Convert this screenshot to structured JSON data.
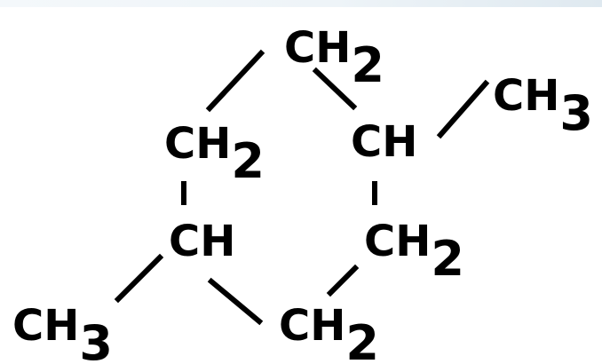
{
  "diagram": {
    "groups": {
      "top": {
        "main": "CH",
        "sub": "2"
      },
      "left_upper": {
        "main": "CH",
        "sub": "2"
      },
      "right_upper": {
        "main": "CH",
        "sub": ""
      },
      "methyl_right": {
        "main": "CH",
        "sub": "3"
      },
      "left_lower": {
        "main": "CH",
        "sub": ""
      },
      "right_lower": {
        "main": "CH",
        "sub": "2"
      },
      "methyl_left": {
        "main": "CH",
        "sub": "3"
      },
      "bottom": {
        "main": "CH",
        "sub": "2"
      }
    },
    "colors": {
      "text": "#000000",
      "bond": "#000000",
      "background": "#ffffff"
    }
  }
}
